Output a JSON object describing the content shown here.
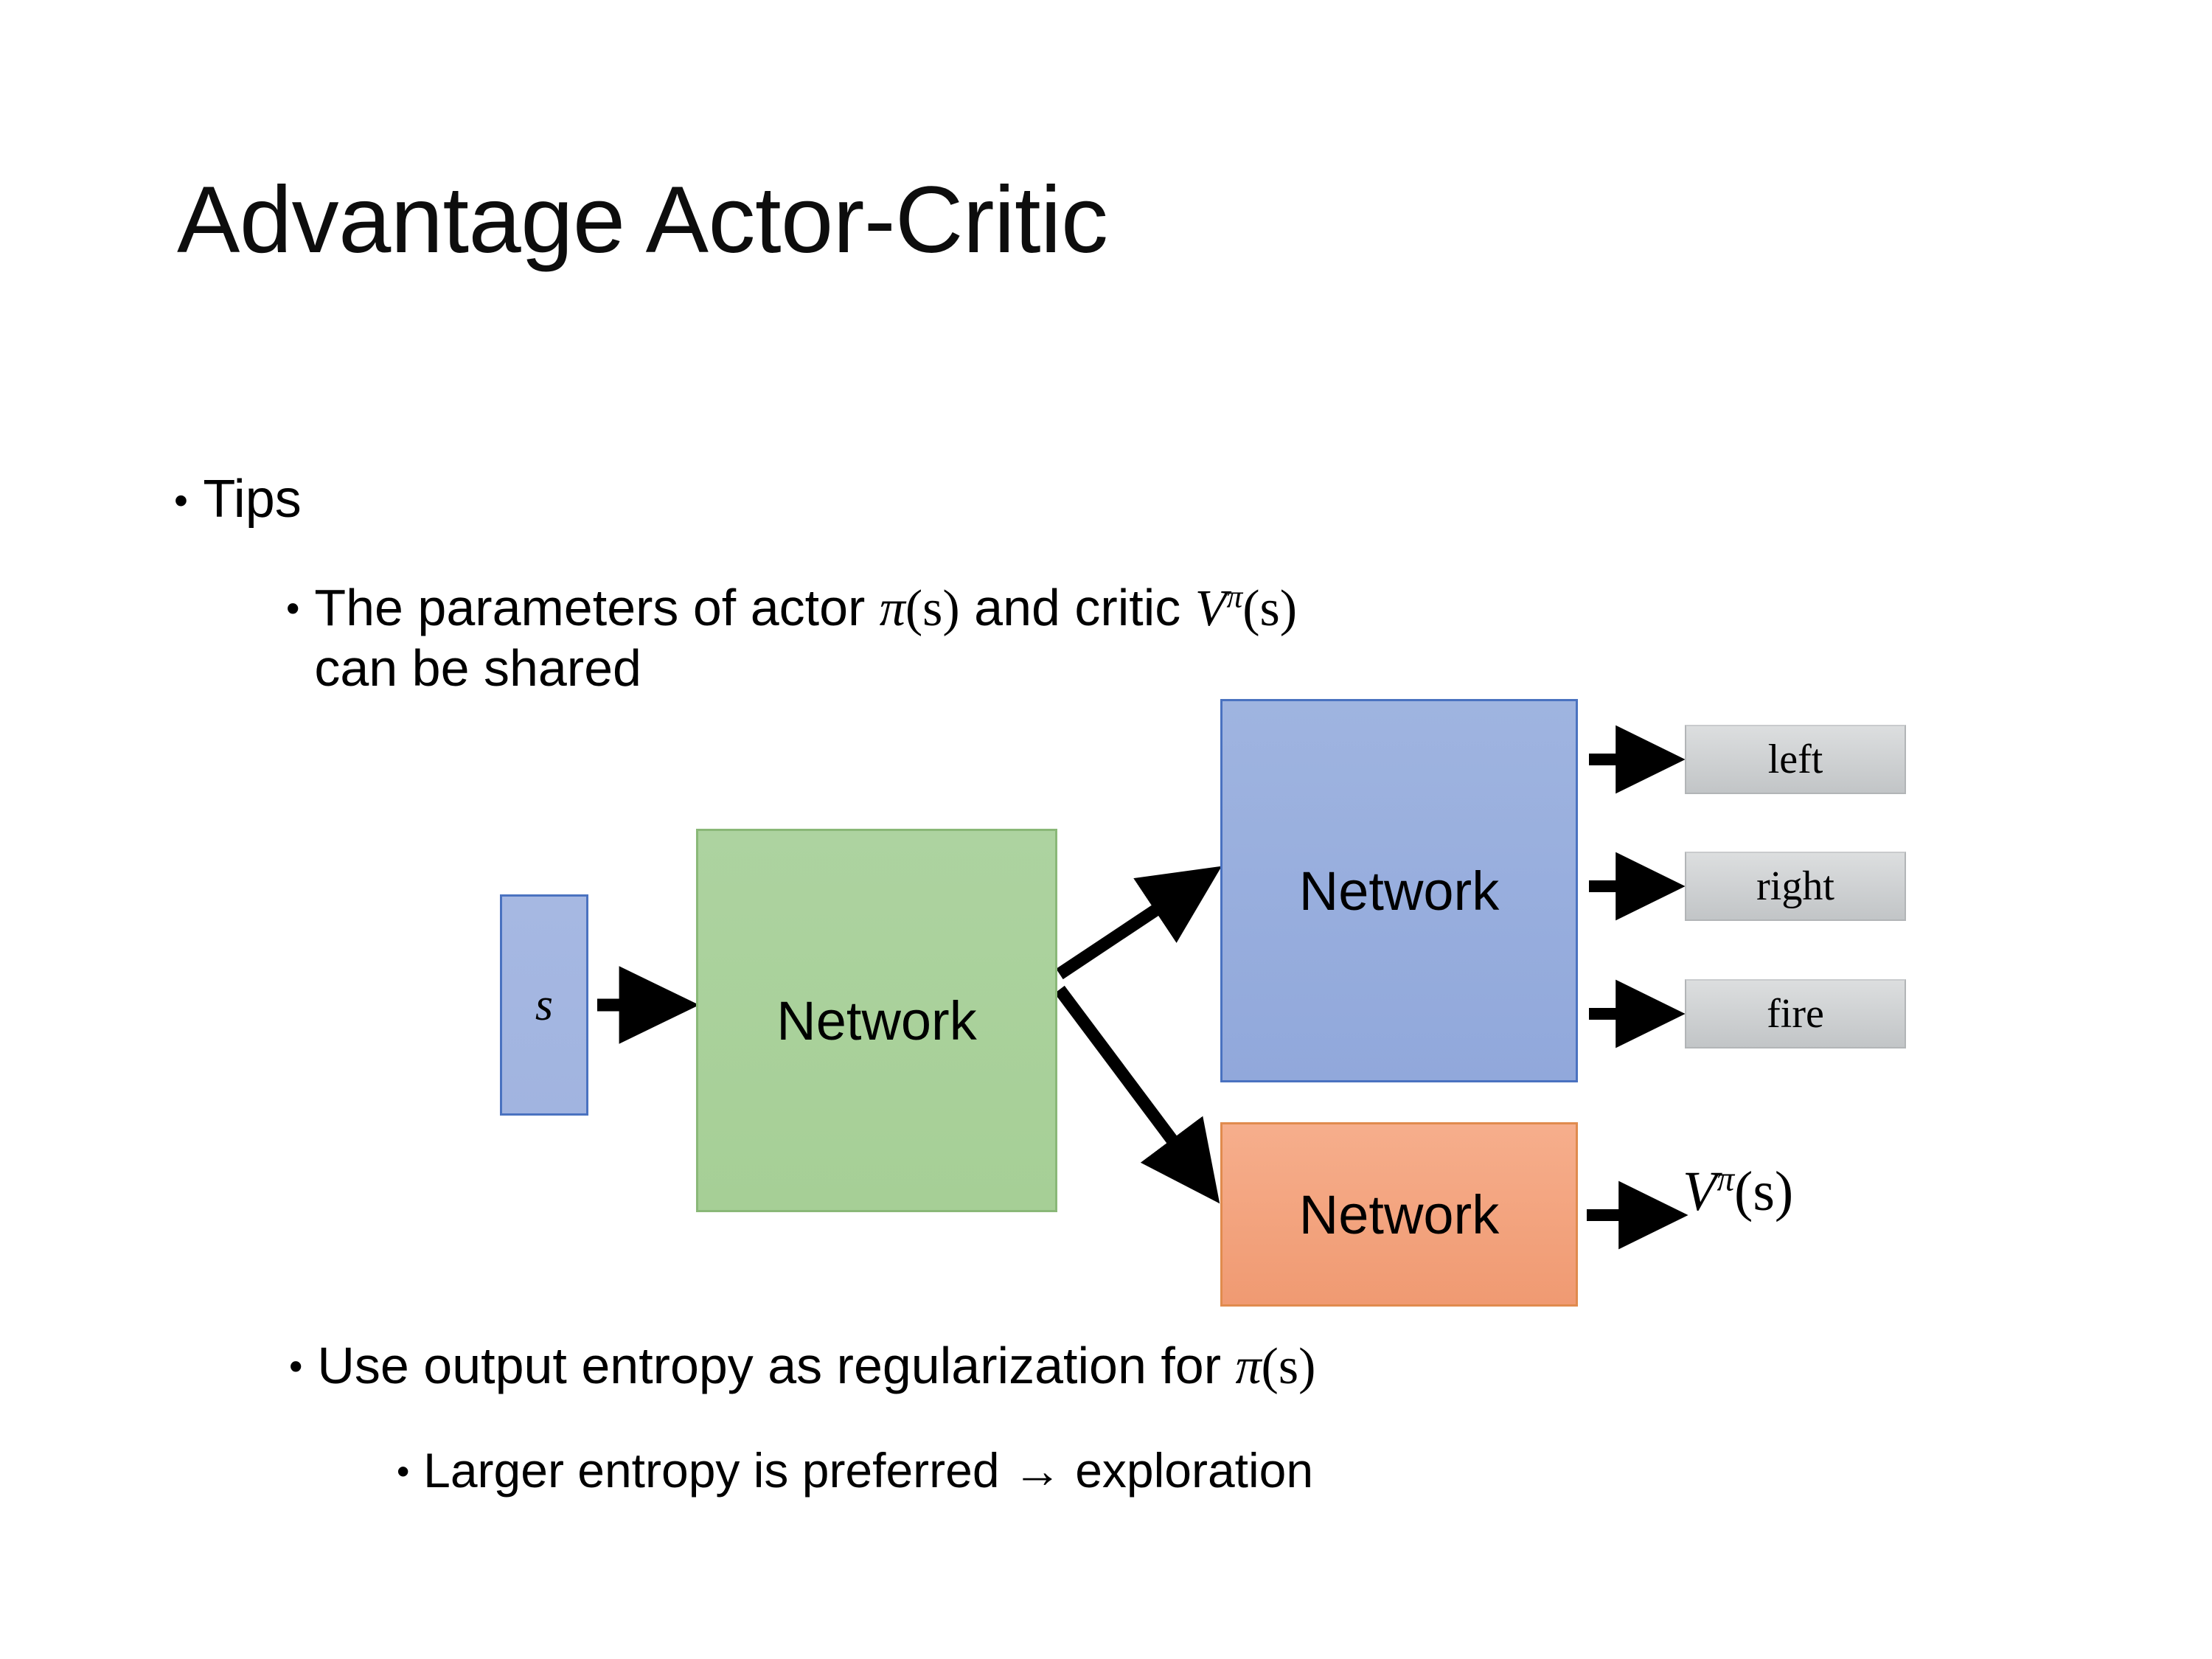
{
  "slide": {
    "title": "Advantage Actor-Critic",
    "bullet_char": "•"
  },
  "bullets": {
    "tips": "Tips",
    "params_prefix": "The parameters of actor ",
    "params_actor_pi": "π",
    "params_actor_arg": "(s)",
    "params_mid": "  and critic ",
    "params_critic_V": "V",
    "params_critic_sup": "π",
    "params_critic_arg": "(s)",
    "params_line2": "can be shared",
    "entropy_prefix": "Use output entropy as regularization for ",
    "entropy_pi": "π",
    "entropy_arg": "(s)",
    "larger": "Larger entropy is preferred → exploration"
  },
  "diagram": {
    "input_label": "s",
    "shared_network_label": "Network",
    "actor_network_label": "Network",
    "critic_network_label": "Network",
    "outputs": [
      {
        "name": "left",
        "label": "left"
      },
      {
        "name": "right",
        "label": "right"
      },
      {
        "name": "fire",
        "label": "fire"
      }
    ],
    "critic_output_V": "V",
    "critic_output_sup": "π",
    "critic_output_arg": "(s)"
  },
  "colors": {
    "input_fill": "#a3b5e0",
    "input_border": "#4a72c0",
    "shared_fill": "#a9d18e",
    "shared_border": "#8ab878",
    "actor_fill": "#97aedd",
    "actor_border": "#4a72c0",
    "critic_fill": "#f4a57f",
    "critic_border": "#e08b4e",
    "output_fill": "#cdd0d2",
    "output_border": "#b2b5b7",
    "arrow": "#000000",
    "text": "#000000",
    "background": "#ffffff"
  }
}
